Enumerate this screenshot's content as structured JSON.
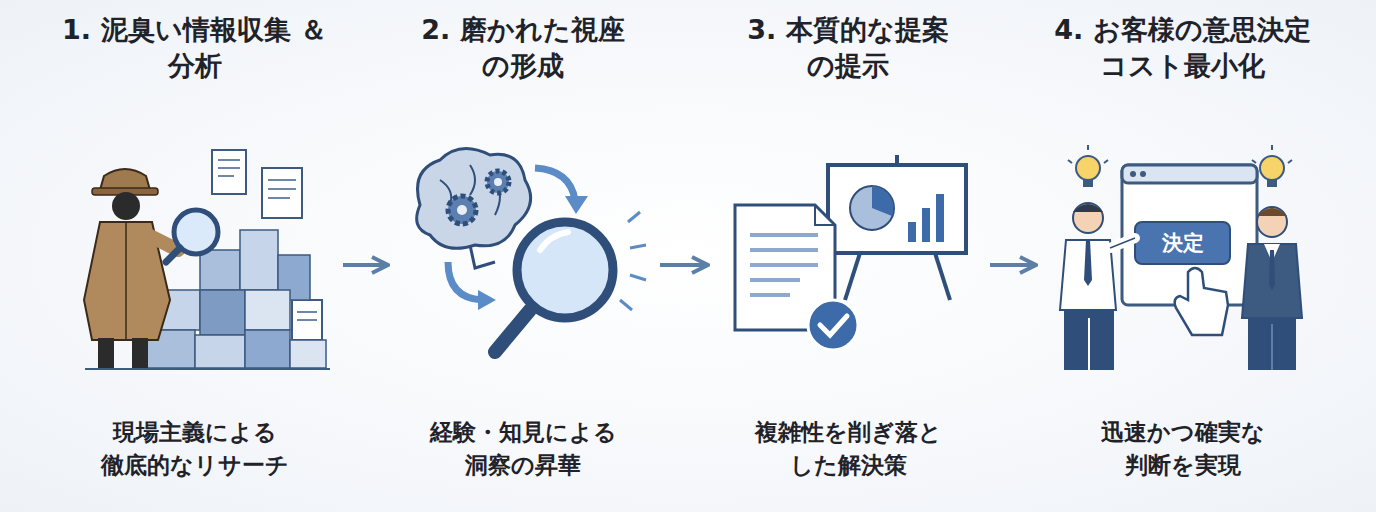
{
  "diagram": {
    "nodes": [
      {
        "text": [
          "1. 泥臭い情報収集 ＆分析",
          "現場主義による 徹底的なリサーチ"
        ]
      },
      {
        "text": [
          "2. 磨かれた視座 の形成",
          "経験・知見による 洞察の昇華"
        ]
      },
      {
        "text": [
          "3. 本質的な提案 の提示",
          "複雑性を削ぎ落と した解決策"
        ]
      },
      {
        "text": [
          "4. お客様の意思決定 コスト最小化",
          "迅速かつ確実な 判断を実現"
        ]
      }
    ],
    "edges": [
      {
        "from": 0,
        "to": 1,
        "arrow": "to"
      },
      {
        "from": 1,
        "to": 2,
        "arrow": "to"
      },
      {
        "from": 2,
        "to": 3,
        "arrow": "to"
      }
    ],
    "labels": [
      "決定"
    ]
  }
}
